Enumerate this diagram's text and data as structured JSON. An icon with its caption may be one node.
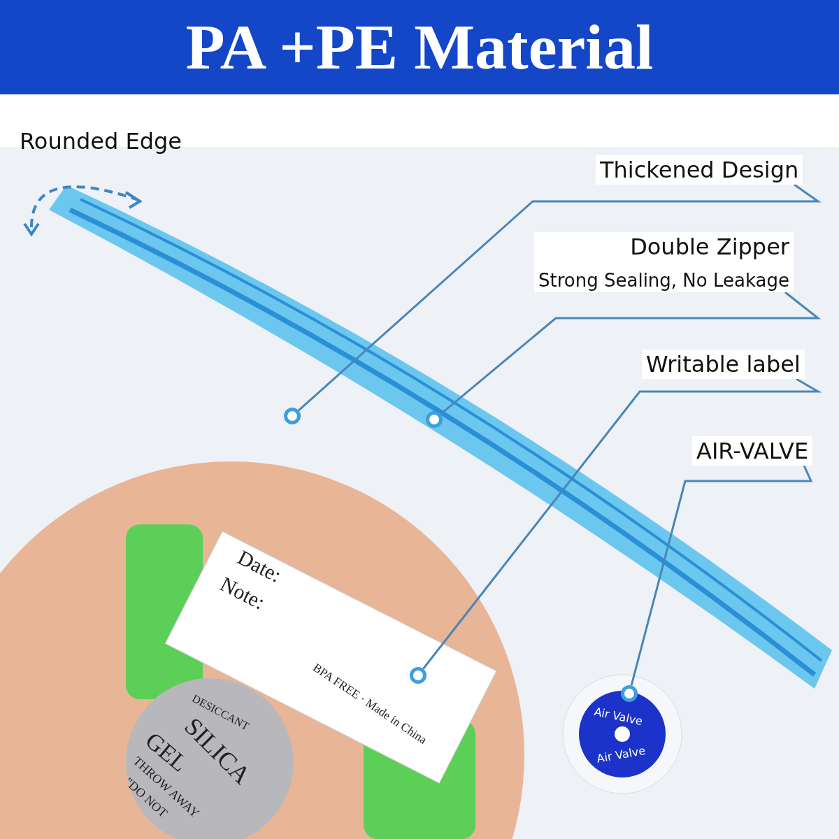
{
  "diagram": {
    "title": "PA +PE Material",
    "nodes": [
      {
        "text": [
          "Thickened Design"
        ]
      },
      {
        "text": [
          "Double Zipper",
          "Strong Sealing, No Leakage"
        ]
      },
      {
        "text": [
          "Writable label"
        ]
      },
      {
        "text": [
          "AIR-VALVE"
        ]
      },
      {
        "text": [],
        "shape": "circle"
      },
      {
        "text": [],
        "shape": "circle"
      },
      {
        "text": [],
        "shape": "circle"
      },
      {
        "text": [],
        "shape": "circle"
      }
    ],
    "edges": [
      {
        "from": 0,
        "to": 4,
        "arrow": "none"
      },
      {
        "from": 1,
        "to": 5,
        "arrow": "none"
      },
      {
        "from": 2,
        "to": 6,
        "arrow": "none"
      },
      {
        "from": 3,
        "to": 7,
        "arrow": "none"
      }
    ],
    "labels": [
      "Rounded Edge",
      "Date:",
      "Note:",
      "BPA FREE · Made in China",
      "Air Valve",
      "Air Valve",
      "DESICCANT",
      "SILICA",
      "GEL",
      "THROW AWAY",
      "\"DO NOT"
    ]
  }
}
